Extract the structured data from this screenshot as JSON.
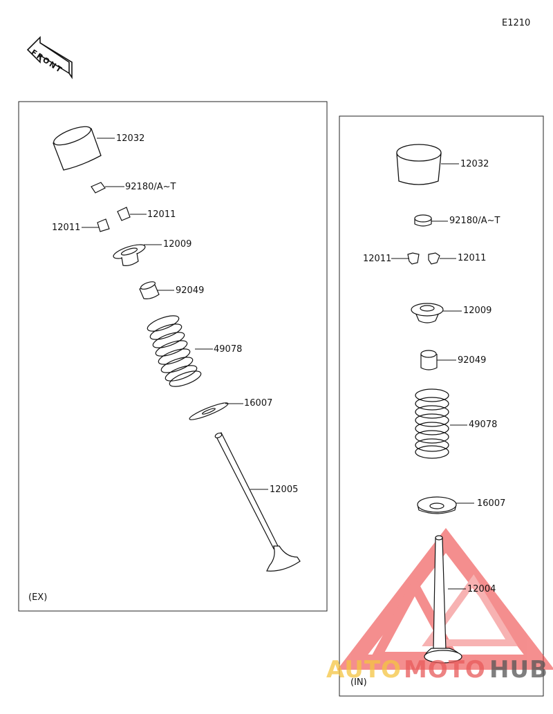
{
  "page_code": "E1210",
  "front_text": "FRONT",
  "exhaust_panel": {
    "tag": "(EX)",
    "callouts": {
      "tappet": "12032",
      "shim": "92180/A~T",
      "retainer_right": "12011",
      "retainer_left": "12011",
      "spring_retainer": "12009",
      "stem_seal": "92049",
      "spring": "49078",
      "spring_seat": "16007",
      "valve": "12005"
    }
  },
  "intake_panel": {
    "tag": "(IN)",
    "callouts": {
      "tappet": "12032",
      "shim": "92180/A~T",
      "retainer_left": "12011",
      "retainer_right": "12011",
      "spring_retainer": "12009",
      "stem_seal": "92049",
      "spring": "49078",
      "spring_seat": "16007",
      "valve": "12004"
    }
  },
  "watermark": {
    "part1": "AUTO",
    "part2": "MOTO",
    "part3": "HUB",
    "color_auto": "#f5c542",
    "color_moto": "#e85a5a",
    "color_hub": "#555555",
    "triangle_color": "#ee4444"
  }
}
